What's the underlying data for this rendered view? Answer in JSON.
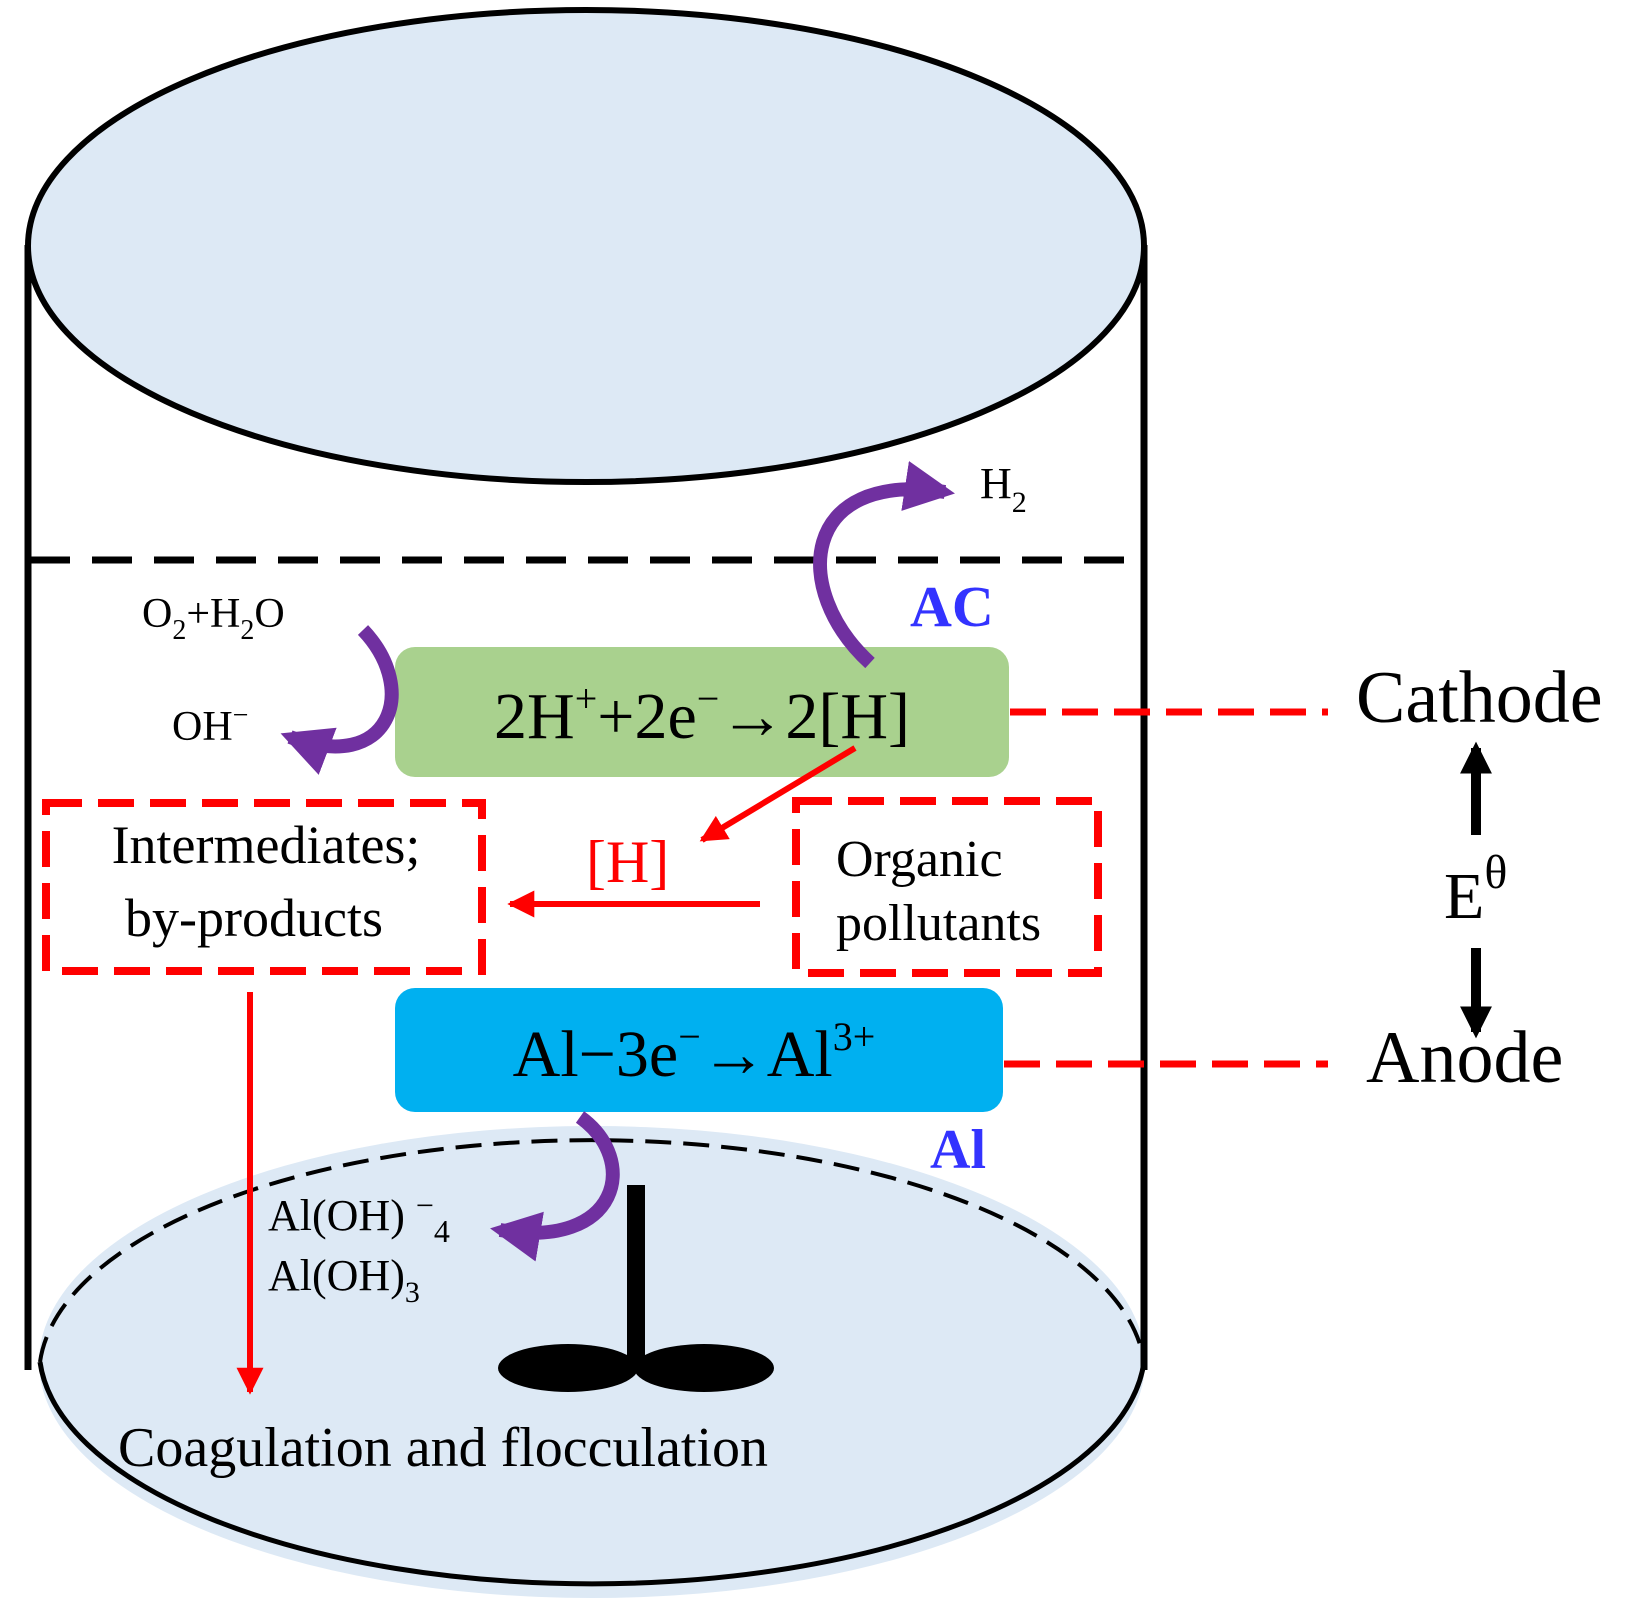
{
  "labels": {
    "h2": {
      "main": "H",
      "sub": "2"
    },
    "ac": "AC",
    "o2h2o": {
      "a": "O",
      "a_sub": "2",
      "b": "+H",
      "b_sub": "2",
      "c": "O"
    },
    "oh": {
      "main": "OH",
      "sup": "−"
    },
    "cathode_eq": {
      "a": "2H",
      "a_sup": "+",
      "b": "+2e",
      "b_sup": "−",
      "c": "→2[H]"
    },
    "cathode": "Cathode",
    "intermediates": [
      "Intermediates;",
      "by-products"
    ],
    "h_bracket": "[H]",
    "organic": [
      "Organic",
      "pollutants"
    ],
    "potential": {
      "main": "E",
      "sup": "θ"
    },
    "anode_eq": {
      "a": "Al−3e",
      "a_sup": "−",
      "b": "→Al",
      "b_sup": "3+"
    },
    "anode": "Anode",
    "al": "Al",
    "aloh4": {
      "main": "Al(OH) ",
      "sup": "−",
      "sub": "4"
    },
    "aloh3": {
      "main": "Al(OH)",
      "sub": "3"
    },
    "coagulation": "Coagulation and flocculation"
  },
  "colors": {
    "liquid": "#dde9f5",
    "cathode_box": "#a9d18e",
    "anode_box": "#00b0f0",
    "red": "#ff0000",
    "purple": "#7030a0",
    "blue_label": "#3333ff",
    "outline": "#000000"
  }
}
